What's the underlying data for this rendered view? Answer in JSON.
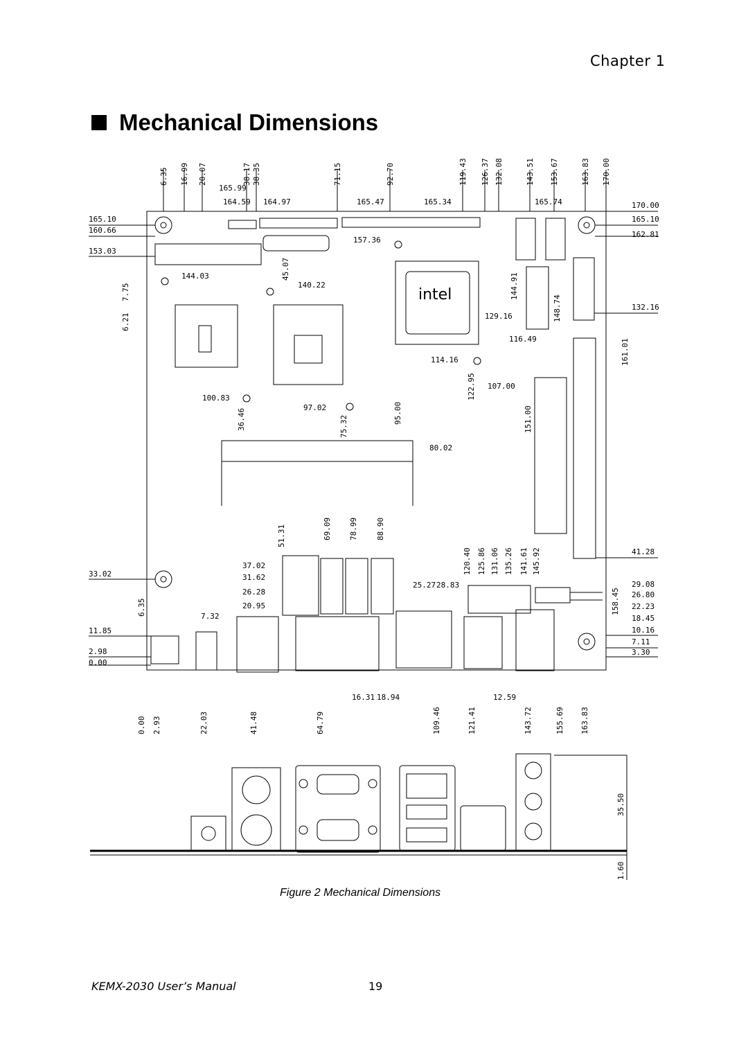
{
  "chapter_label": "Chapter  1",
  "section_title": "Mechanical Dimensions",
  "figure_caption": "Figure 2 Mechanical Dimensions",
  "footer": {
    "manual": "KEMX-2030 User’s Manual",
    "page": "19"
  },
  "dims": {
    "top_vertical": [
      "6.35",
      "16.99",
      "20.07",
      "38.17",
      "38.35",
      "71.15",
      "92.70",
      "119.43",
      "126.37",
      "132.08",
      "143.51",
      "153.67",
      "163.83",
      "170.00"
    ],
    "top_row": [
      "165.99",
      "164.59",
      "164.97",
      "165.47",
      "165.34",
      "165.74"
    ],
    "left_side": [
      "165.10",
      "160.66",
      "153.03",
      "33.02",
      "11.85",
      "2.98",
      "0.00"
    ],
    "right_side": [
      "170.00",
      "165.10",
      "162.81",
      "132.16",
      "41.28",
      "29.08",
      "26.80",
      "22.23",
      "18.45",
      "10.16",
      "7.11",
      "3.30"
    ],
    "interior": [
      "157.36",
      "144.03",
      "45.07",
      "140.22",
      "7.75",
      "6.21",
      "144.91",
      "148.74",
      "129.16",
      "116.49",
      "114.16",
      "122.95",
      "107.00",
      "161.01",
      "100.83",
      "36.46",
      "97.02",
      "75.32",
      "95.00",
      "151.00",
      "80.02",
      "51.31",
      "69.09",
      "78.99",
      "88.90",
      "37.02",
      "31.62",
      "26.28",
      "20.95",
      "120.40",
      "125.86",
      "131.06",
      "135.26",
      "141.61",
      "145.92",
      "25.27",
      "28.83",
      "158.45",
      "6.35",
      "7.32",
      "16.31",
      "18.94",
      "12.59"
    ],
    "bottom_vertical": [
      "0.00",
      "2.93",
      "22.03",
      "41.48",
      "64.79",
      "109.46",
      "121.41",
      "143.72",
      "155.69",
      "163.83"
    ],
    "io_panel": [
      "35.50",
      "1.60"
    ]
  },
  "chip_brand": "intel"
}
